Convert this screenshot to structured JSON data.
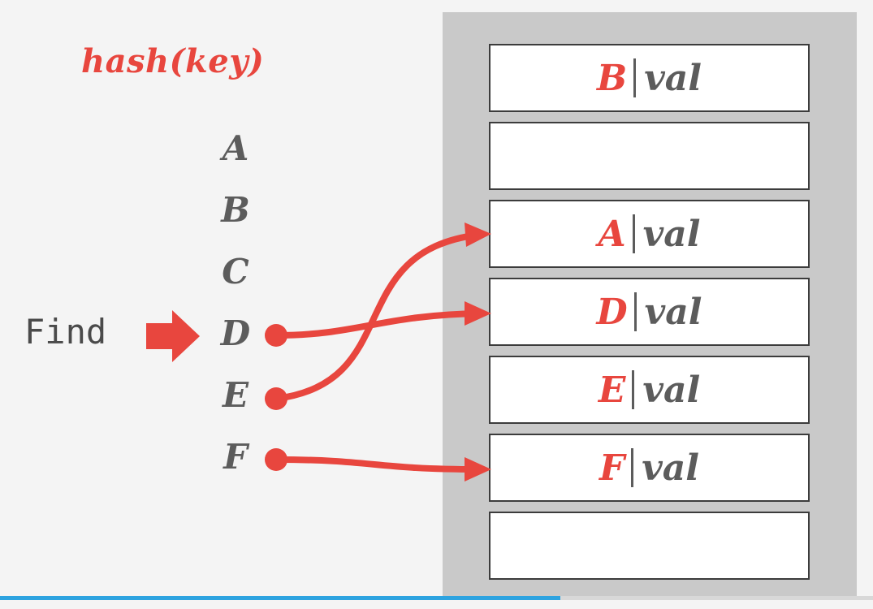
{
  "title": "hash(key)",
  "keys": [
    "A",
    "B",
    "C",
    "D",
    "E",
    "F"
  ],
  "find_label": "Find",
  "slots": [
    {
      "key": "B",
      "val": "val"
    },
    {
      "key": "",
      "val": ""
    },
    {
      "key": "A",
      "val": "val"
    },
    {
      "key": "D",
      "val": "val"
    },
    {
      "key": "E",
      "val": "val"
    },
    {
      "key": "F",
      "val": "val"
    },
    {
      "key": "",
      "val": ""
    }
  ],
  "mappings": [
    {
      "from": "D",
      "to_slot": 3
    },
    {
      "from": "E",
      "to_slot": 2
    },
    {
      "from": "F",
      "to_slot": 5
    }
  ],
  "colors": {
    "accent": "#e8463e",
    "key_text": "#5c5c5c",
    "table_bg": "#c9c9c9"
  }
}
